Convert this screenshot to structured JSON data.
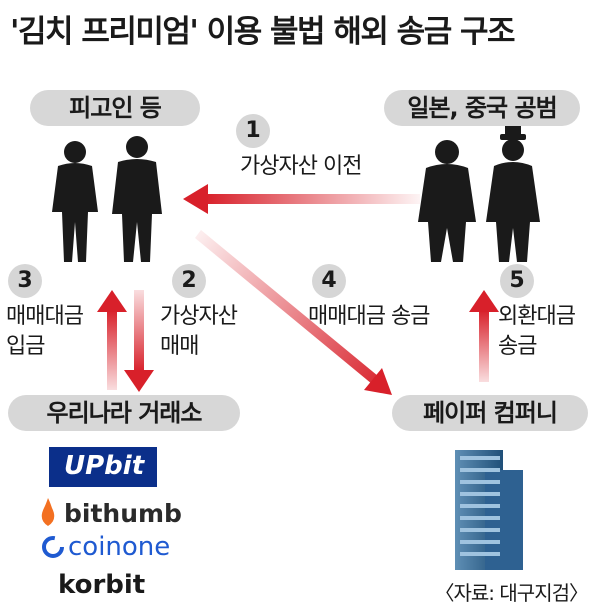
{
  "title": "'김치 프리미엄' 이용 불법 해외 송금 구조",
  "nodes": {
    "defendants": "피고인 등",
    "accomplices": "일본, 중국 공범",
    "domestic_exchange": "우리나라 거래소",
    "paper_company": "페이퍼 컴퍼니"
  },
  "steps": [
    {
      "num": "1",
      "label_lines": [
        "가상자산 이전"
      ]
    },
    {
      "num": "2",
      "label_lines": [
        "가상자산",
        "매매"
      ]
    },
    {
      "num": "3",
      "label_lines": [
        "매매대금",
        "입금"
      ]
    },
    {
      "num": "4",
      "label_lines": [
        "매매대금 송금"
      ]
    },
    {
      "num": "5",
      "label_lines": [
        "외환대금",
        "송금"
      ]
    }
  ],
  "exchanges": [
    "UPbit",
    "bithumb",
    "coinone",
    "korbit"
  ],
  "source": "〈자료: 대구지검〉",
  "colors": {
    "arrow": "#d8202a",
    "pill": "#d7d7d7",
    "upbit_bg": "#0b2f8a",
    "bithumb": "#f37021",
    "coinone": "#1f5ad1"
  },
  "icons": [
    "person-silhouette-icon",
    "building-icon"
  ]
}
